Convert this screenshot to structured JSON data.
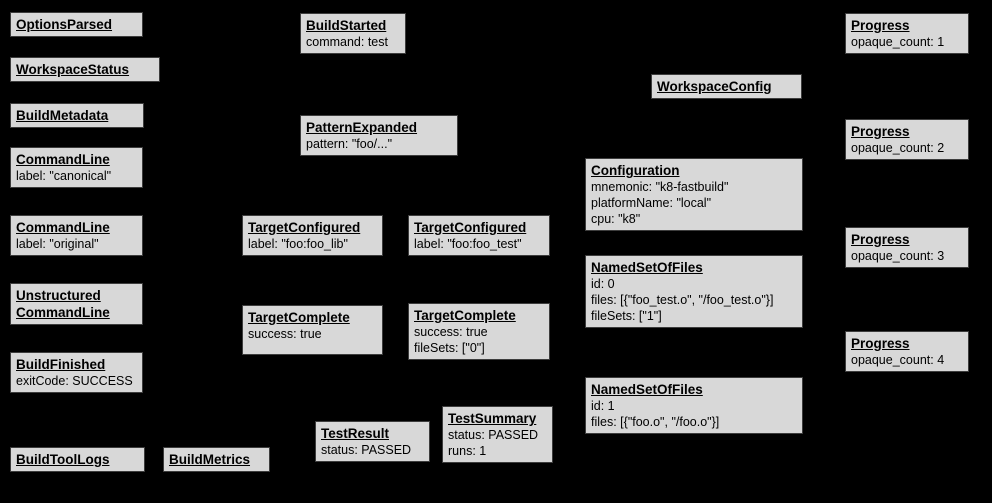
{
  "diagram": {
    "kind": "build-event-protocol-graph",
    "background_color": "#000000",
    "node_fill_color": "#d8d8d8",
    "node_border_color": "#3d3d3d",
    "text_color": "#000000"
  },
  "nodes": [
    {
      "title": "OptionsParsed",
      "body": []
    },
    {
      "title": "WorkspaceStatus",
      "body": []
    },
    {
      "title": "BuildMetadata",
      "body": []
    },
    {
      "title": "CommandLine",
      "body": [
        "label: \"canonical\""
      ]
    },
    {
      "title": "CommandLine",
      "body": [
        "label: \"original\""
      ]
    },
    {
      "title": "Unstructured",
      "title2": "CommandLine",
      "body": []
    },
    {
      "title": "BuildFinished",
      "body": [
        "exitCode: SUCCESS"
      ]
    },
    {
      "title": "BuildToolLogs",
      "body": []
    },
    {
      "title": "BuildMetrics",
      "body": []
    },
    {
      "title": "BuildStarted",
      "body": [
        "command: test"
      ]
    },
    {
      "title": "PatternExpanded",
      "body": [
        "pattern: \"foo/...\""
      ]
    },
    {
      "title": "TargetConfigured",
      "body": [
        "label: \"foo:foo_lib\""
      ]
    },
    {
      "title": "TargetConfigured",
      "body": [
        "label: \"foo:foo_test\""
      ]
    },
    {
      "title": "TargetComplete",
      "body": [
        "success: true"
      ]
    },
    {
      "title": "TargetComplete",
      "body": [
        "success: true",
        "fileSets: [\"0\"]"
      ]
    },
    {
      "title": "TestResult",
      "body": [
        "status: PASSED"
      ]
    },
    {
      "title": "TestSummary",
      "body": [
        "status: PASSED",
        "runs: 1"
      ]
    },
    {
      "title": "WorkspaceConfig",
      "body": []
    },
    {
      "title": "Configuration",
      "body": [
        "mnemonic: \"k8-fastbuild\"",
        "platformName: \"local\"",
        "cpu: \"k8\""
      ]
    },
    {
      "title": "NamedSetOfFiles",
      "body": [
        "id: 0",
        "files: [{\"foo_test.o\", \"/foo_test.o\"}]",
        "fileSets: [\"1\"]"
      ]
    },
    {
      "title": "NamedSetOfFiles",
      "body": [
        "id: 1",
        "files: [{\"foo.o\", \"/foo.o\"}]"
      ]
    },
    {
      "title": "Progress",
      "body": [
        "opaque_count: 1"
      ]
    },
    {
      "title": "Progress",
      "body": [
        "opaque_count: 2"
      ]
    },
    {
      "title": "Progress",
      "body": [
        "opaque_count: 3"
      ]
    },
    {
      "title": "Progress",
      "body": [
        "opaque_count: 4"
      ]
    }
  ]
}
